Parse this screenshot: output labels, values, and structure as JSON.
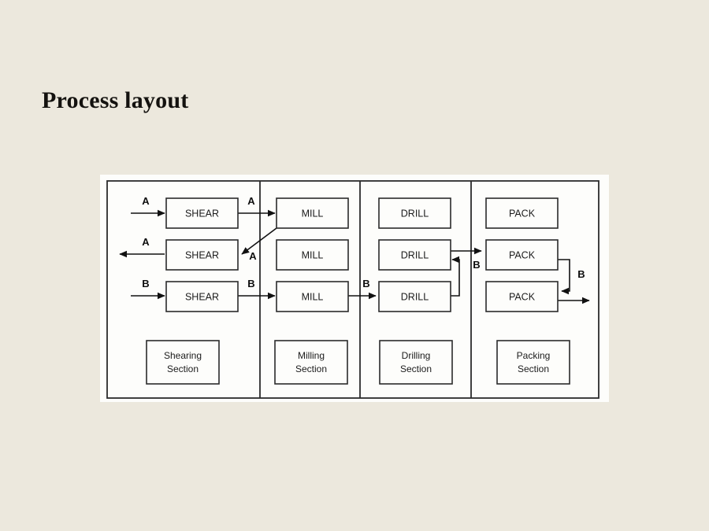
{
  "slide": {
    "background_color": "#ece8dd",
    "title": "Process layout"
  },
  "diagram": {
    "panel_background": "#fdfdfb",
    "border_color": "#2b2b2b",
    "columns": [
      {
        "id": "shearing",
        "section_label_line1": "Shearing",
        "section_label_line2": "Section",
        "nodes": [
          "SHEAR",
          "SHEAR",
          "SHEAR"
        ]
      },
      {
        "id": "milling",
        "section_label_line1": "Milling",
        "section_label_line2": "Section",
        "nodes": [
          "MILL",
          "MILL",
          "MILL"
        ]
      },
      {
        "id": "drilling",
        "section_label_line1": "Drilling",
        "section_label_line2": "Section",
        "nodes": [
          "DRILL",
          "DRILL",
          "DRILL"
        ]
      },
      {
        "id": "packing",
        "section_label_line1": "Packing",
        "section_label_line2": "Section",
        "nodes": [
          "PACK",
          "PACK",
          "PACK"
        ]
      }
    ],
    "flow_labels": {
      "a_in_shear": "A",
      "a_shear_to_mill": "A",
      "a_out_shear": "A",
      "a_mill_to_shear": "A",
      "b_in_shear": "B",
      "b_shear_to_mill": "B",
      "b_mill_to_drill": "B",
      "b_drill_to_pack": "B",
      "b_pack_to_pack": "B"
    }
  }
}
